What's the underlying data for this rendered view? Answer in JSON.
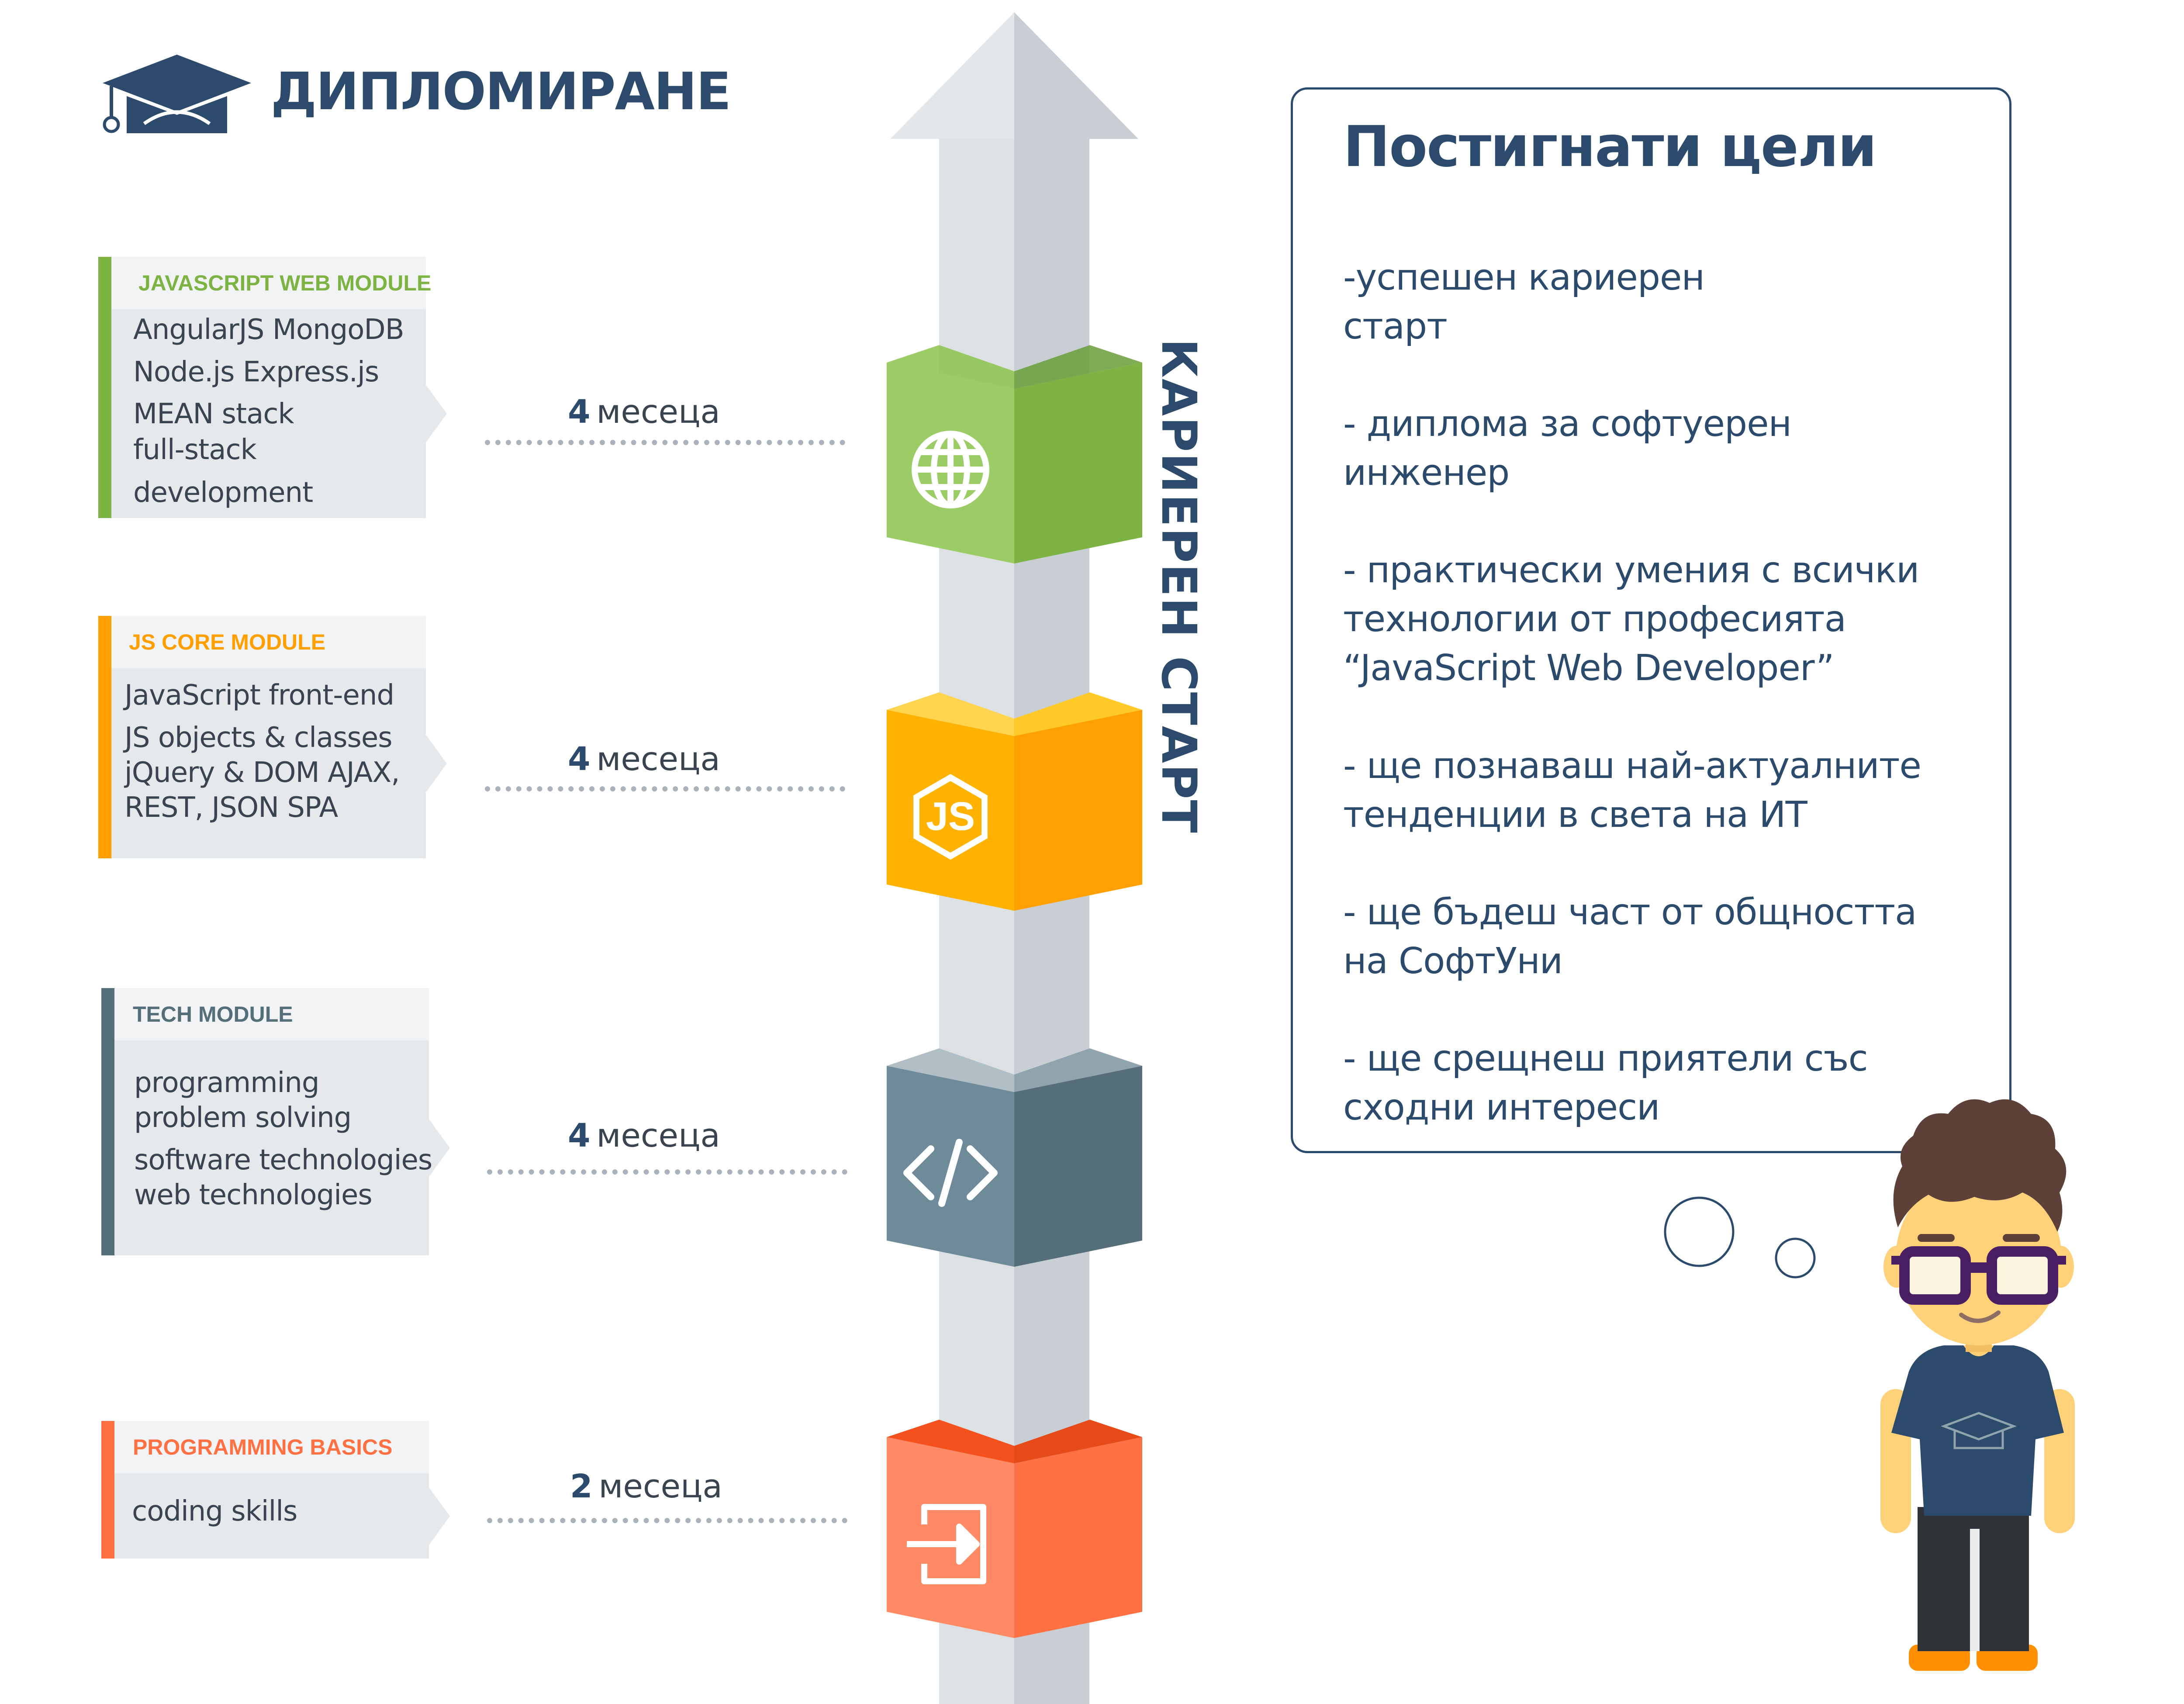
{
  "header": {
    "title": "ДИПЛОМИРАНЕ"
  },
  "career_label": "КАРИЕРЕН СТАРТ",
  "modules": [
    {
      "name": "JAVASCRIPT WEB MODULE",
      "color": "#7cb342",
      "lines": [
        "AngularJS   MongoDB",
        "Node.js   Express.js",
        "MEAN stack",
        "full-stack",
        "development"
      ],
      "duration_num": "4",
      "duration_unit": "месеца",
      "icon": "globe-icon"
    },
    {
      "name": "JS CORE MODULE",
      "color": "#ffa000",
      "lines": [
        "JavaScript     front-end",
        "JS objects & classes",
        "jQuery & DOM AJAX,",
        "REST, JSON SPA"
      ],
      "duration_num": "4",
      "duration_unit": "месеца",
      "icon": "nodejs-icon"
    },
    {
      "name": "TECH MODULE",
      "color": "#546e7a",
      "lines": [
        "programming",
        "problem solving",
        "software technologies",
        "web technologies"
      ],
      "duration_num": "4",
      "duration_unit": "месеца",
      "icon": "code-icon"
    },
    {
      "name": "PROGRAMMING BASICS",
      "color": "#ff7043",
      "lines": [
        "coding skills"
      ],
      "duration_num": "2",
      "duration_unit": "месеца",
      "icon": "login-icon"
    }
  ],
  "goals": {
    "title": "Постигнати цели",
    "items": [
      [
        "-успешен кариерен",
        "старт"
      ],
      [
        "- диплома за софтуерен",
        "инженер"
      ],
      [
        "- практически умения с всички",
        "технологии от професията",
        "“JavaScript Web Developer”"
      ],
      [
        "- ще познаваш най-актуалните",
        "тенденции в света на ИТ"
      ],
      [
        "- ще бъдеш част от общността",
        "на СофтУни"
      ],
      [
        "- ще срещнеш приятели със",
        "сходни интереси"
      ]
    ]
  },
  "colors": {
    "navy": "#2c4a6b",
    "green": "#7cb342",
    "orange": "#ffa000",
    "slate": "#546e7a",
    "coral": "#ff7043",
    "arrow_light": "#dde1e4",
    "arrow_dark": "#c8ced3"
  }
}
